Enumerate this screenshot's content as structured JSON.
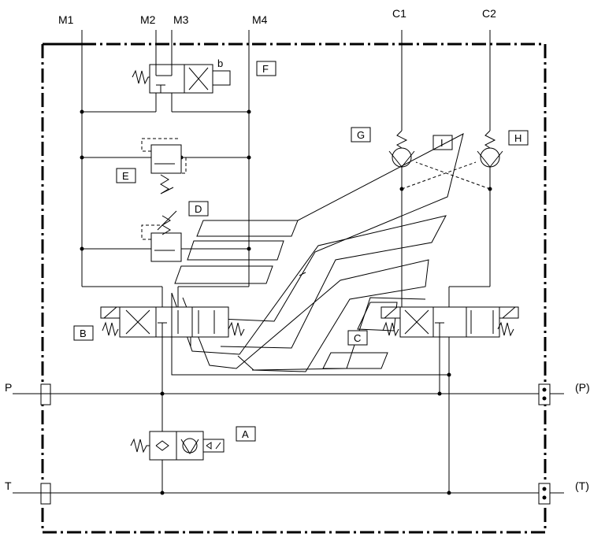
{
  "ports": {
    "m1": "M1",
    "m2": "M2",
    "m3": "M3",
    "m4": "M4",
    "c1": "C1",
    "c2": "C2",
    "p": "P",
    "p_out": "(P)",
    "t": "T",
    "t_out": "(T)"
  },
  "components": {
    "a": "A",
    "b": "B",
    "c": "C",
    "d": "D",
    "e": "E",
    "f": "F",
    "g": "G",
    "h": "H",
    "i": "I",
    "solenoid_b": "b"
  },
  "colors": {
    "line": "#000000",
    "background": "#ffffff"
  }
}
